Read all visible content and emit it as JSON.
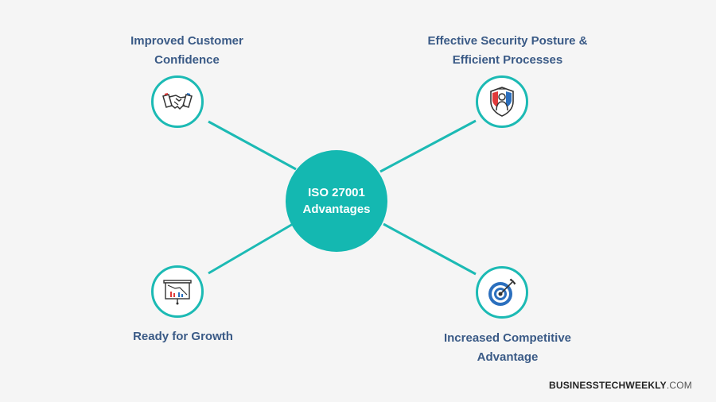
{
  "center": {
    "line1": "ISO 27001",
    "line2": "Advantages"
  },
  "nodes": [
    {
      "id": "top-left",
      "line1": "Improved Customer",
      "line2": "Confidence",
      "icon": "handshake-icon"
    },
    {
      "id": "top-right",
      "line1": "Effective Security Posture &",
      "line2": "Efficient Processes",
      "icon": "security-shield-icon"
    },
    {
      "id": "bottom-left",
      "line1": "Ready for Growth",
      "line2": "",
      "icon": "presentation-chart-icon"
    },
    {
      "id": "bottom-right",
      "line1": "Increased Competitive",
      "line2": "Advantage",
      "icon": "target-arrow-icon"
    }
  ],
  "brand": {
    "bold": "BUSINESSTECHWEEKLY",
    "suffix": ".COM"
  },
  "colors": {
    "teal": "#14b8b1",
    "connector": "#1cbab4",
    "label": "#3a5a86",
    "background": "#f5f5f5",
    "red": "#e03a3a",
    "blue": "#2b6fbe"
  }
}
